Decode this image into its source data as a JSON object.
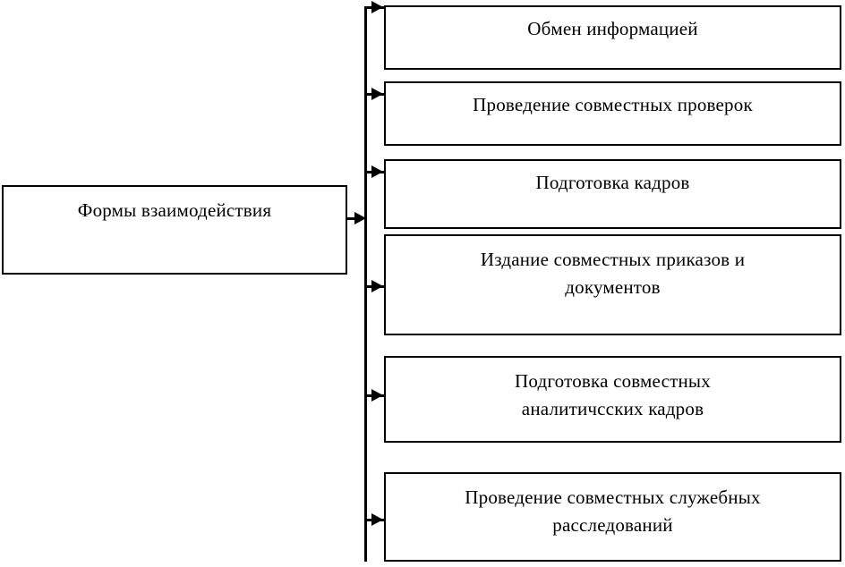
{
  "diagram": {
    "title": "Формы взаимодействия",
    "root": {
      "label": "Формы взаимодействия"
    },
    "children": [
      {
        "label": "Обмен информацией"
      },
      {
        "label": "Проведение совместных проверок"
      },
      {
        "label": "Подготовка кадров"
      },
      {
        "label": "Издание совместных приказов и\nдокументов"
      },
      {
        "label": "Подготовка совместных\nаналитичсских кадров"
      },
      {
        "label": "Проведение совместных служебных\nрасследований"
      }
    ],
    "colors": {
      "stroke": "#000000",
      "fill": "#ffffff",
      "text": "#000000"
    }
  }
}
